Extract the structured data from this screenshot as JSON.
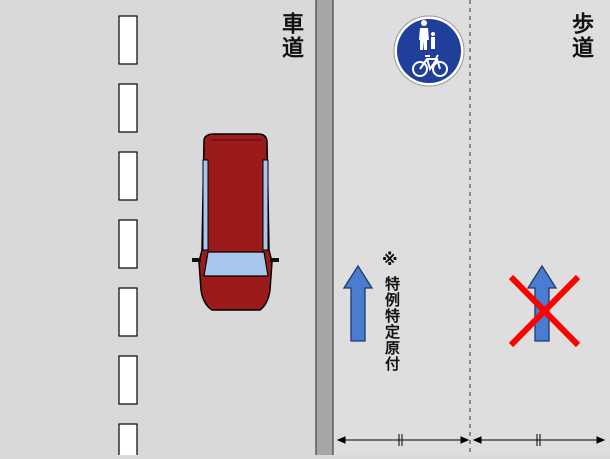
{
  "labels": {
    "road": "車道",
    "sidewalk": "歩道",
    "note_mark": "※",
    "note_text": "特例特定原付"
  },
  "sign": {
    "type": "pedestrian-and-bicycle-only",
    "color": "#1f3f9a"
  },
  "colors": {
    "background": "#d9d9d9",
    "car_body": "#9b1a1a",
    "car_glass": "#a9c6ee",
    "arrow": "#4a7ccf",
    "cross": "#ff0000",
    "curb": "#a6a6a6"
  },
  "arrows": [
    {
      "lane": "sidewalk-left",
      "allowed": true
    },
    {
      "lane": "sidewalk-right",
      "allowed": false
    }
  ]
}
